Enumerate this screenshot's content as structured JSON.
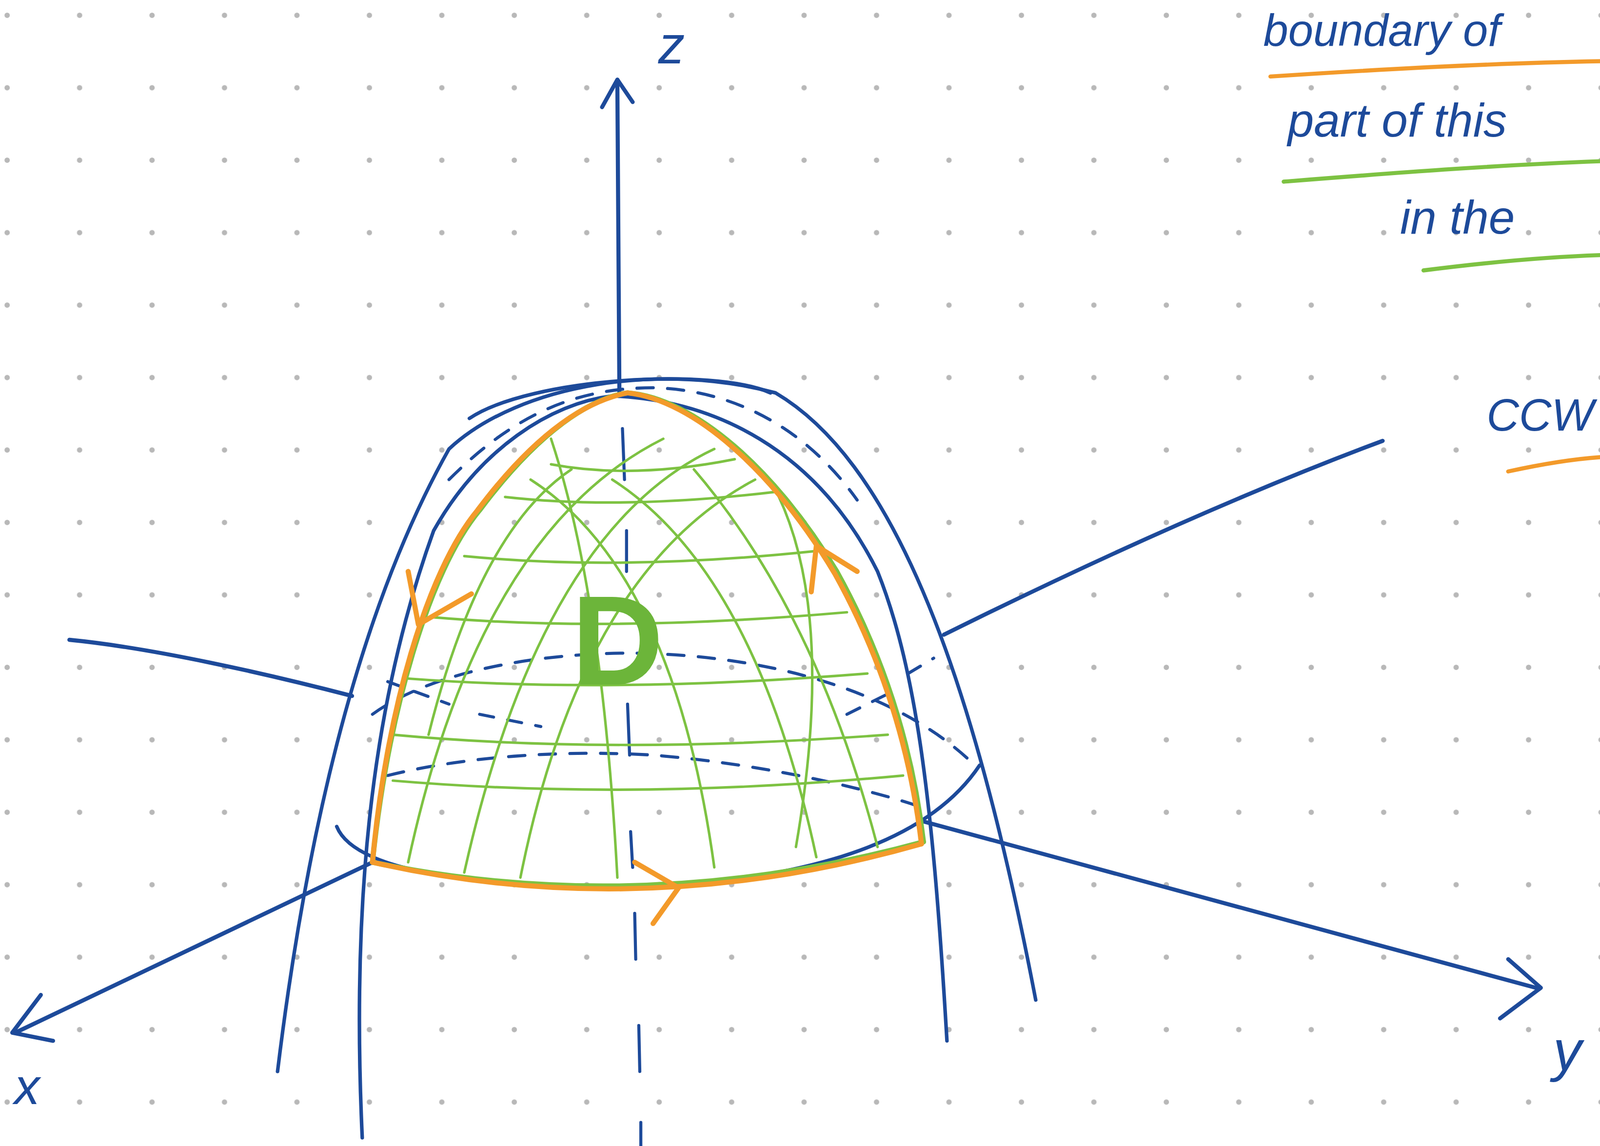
{
  "diagram": {
    "labels": [
      "z",
      "x",
      "y",
      "D",
      "boundary of",
      "part of this",
      "in the",
      "CCW"
    ]
  }
}
